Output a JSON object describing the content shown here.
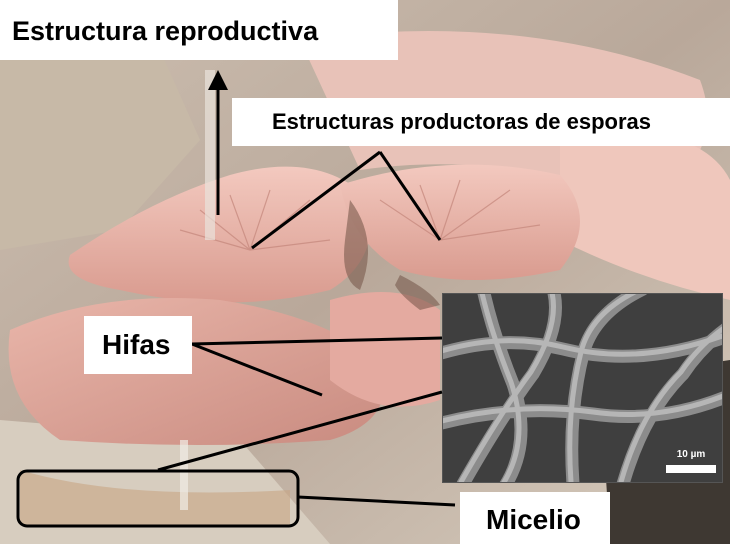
{
  "labels": {
    "reproductive_structure": "Estructura reproductiva",
    "spore_structures": "Estructuras productoras de esporas",
    "hyphae": "Hifas",
    "mycelium": "Micelio"
  },
  "micrograph": {
    "scale_label": "10 µm"
  }
}
